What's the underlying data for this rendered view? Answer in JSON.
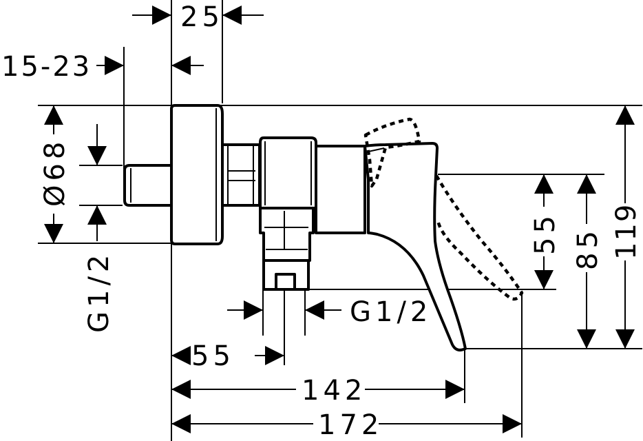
{
  "drawing": {
    "dimensions": {
      "wall_offset": "25",
      "eccentric_range": "15-23",
      "rosette_diameter": "Ø68",
      "inlet_thread": "G1/2",
      "outlet_thread": "G1/2",
      "outlet_distance": "55",
      "outlet_height": "55",
      "lever_height": "85",
      "total_height": "119",
      "body_depth": "142",
      "total_depth": "172"
    }
  }
}
